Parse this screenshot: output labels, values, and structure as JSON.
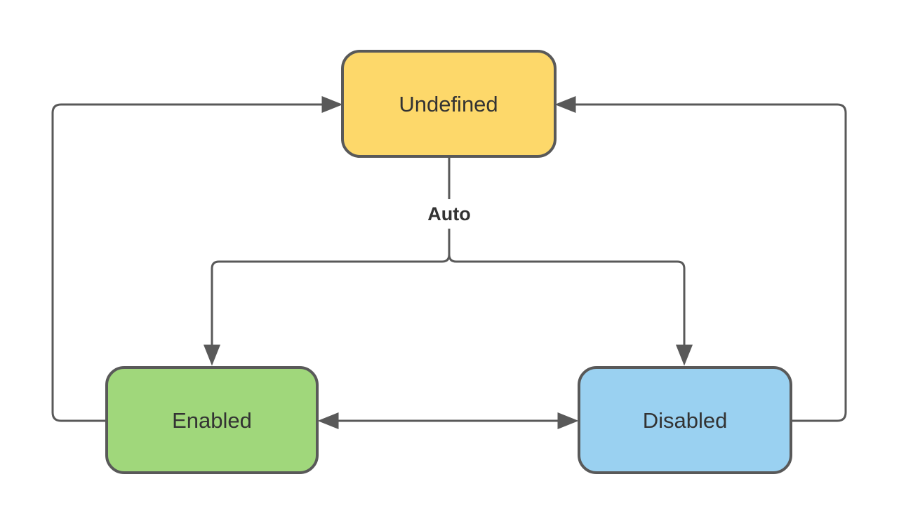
{
  "diagram": {
    "type": "state-diagram",
    "background": "#ffffff",
    "stroke_color": "#595959",
    "label_color": "#333333",
    "edge_label": "Auto",
    "nodes": [
      {
        "id": "undefined",
        "label": "Undefined",
        "fill": "#FDD86A",
        "border": "#595959"
      },
      {
        "id": "enabled",
        "label": "Enabled",
        "fill": "#A0D77B",
        "border": "#595959"
      },
      {
        "id": "disabled",
        "label": "Disabled",
        "fill": "#9AD1F1",
        "border": "#595959"
      }
    ],
    "edges": [
      {
        "from": "Undefined",
        "to": "Enabled",
        "label": "Auto",
        "bidirectional": false
      },
      {
        "from": "Undefined",
        "to": "Disabled",
        "label": "Auto",
        "bidirectional": false
      },
      {
        "from": "Enabled",
        "to": "Undefined",
        "label": "",
        "bidirectional": false
      },
      {
        "from": "Disabled",
        "to": "Undefined",
        "label": "",
        "bidirectional": false
      },
      {
        "from": "Enabled",
        "to": "Disabled",
        "label": "",
        "bidirectional": true
      }
    ]
  }
}
